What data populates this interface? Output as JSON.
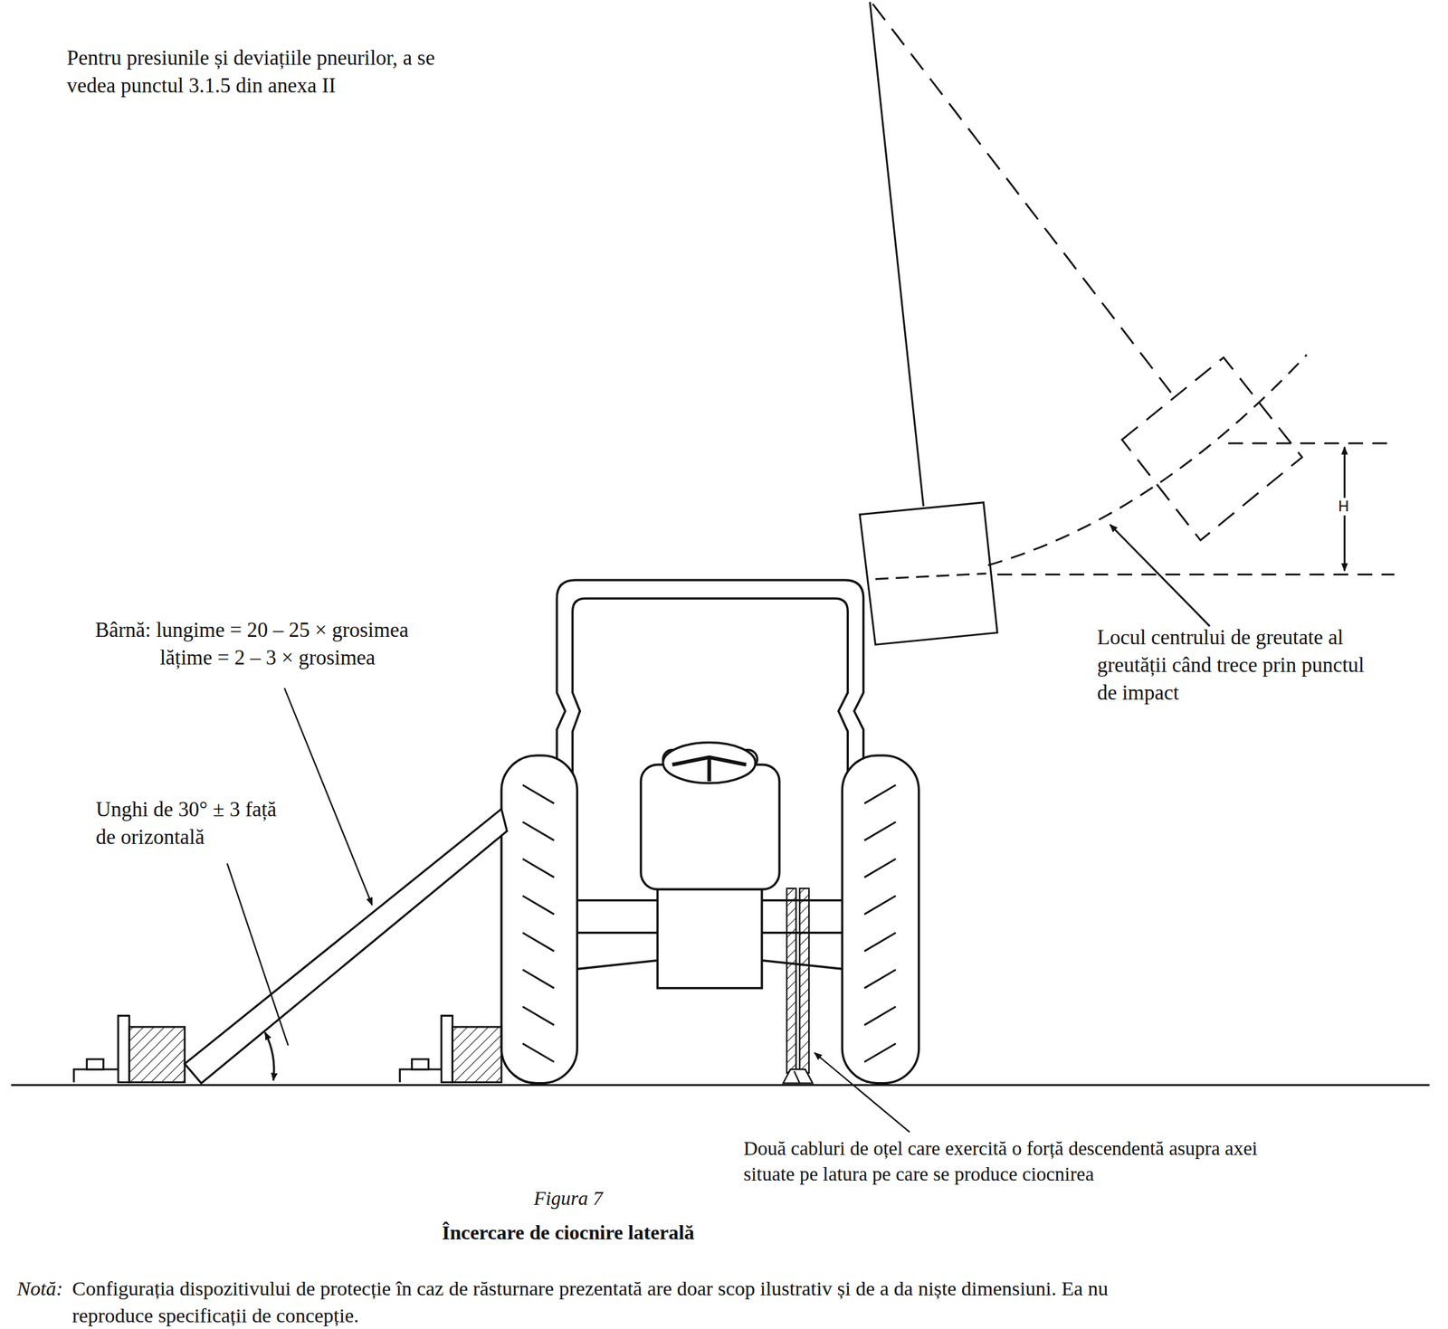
{
  "diagram": {
    "title": "Încercare de ciocnire laterală",
    "labels": [
      "Pentru presiunile și deviațiile pneurilor, a se vedea punctul 3.1.5 din anexa II",
      "Bârnă: lungime = 20 – 25 × grosimea",
      "lățime = 2 – 3 × grosimea",
      "Unghi de 30° ± 3 față de orizontală",
      "H",
      "Locul centrului de greutate al greutății când trece prin punctul de impact",
      "Două cabluri de oțel care exercită o forță descendentă asupra axei situate pe latura pe care se produce ciocnirea",
      "Figura 7",
      "Notă:",
      "Configurația dispozitivului de protecție în caz de răsturnare prezentată are doar scop ilustrativ și de a da niște dimensiuni. Ea nu reproduce specificații de concepție."
    ]
  }
}
